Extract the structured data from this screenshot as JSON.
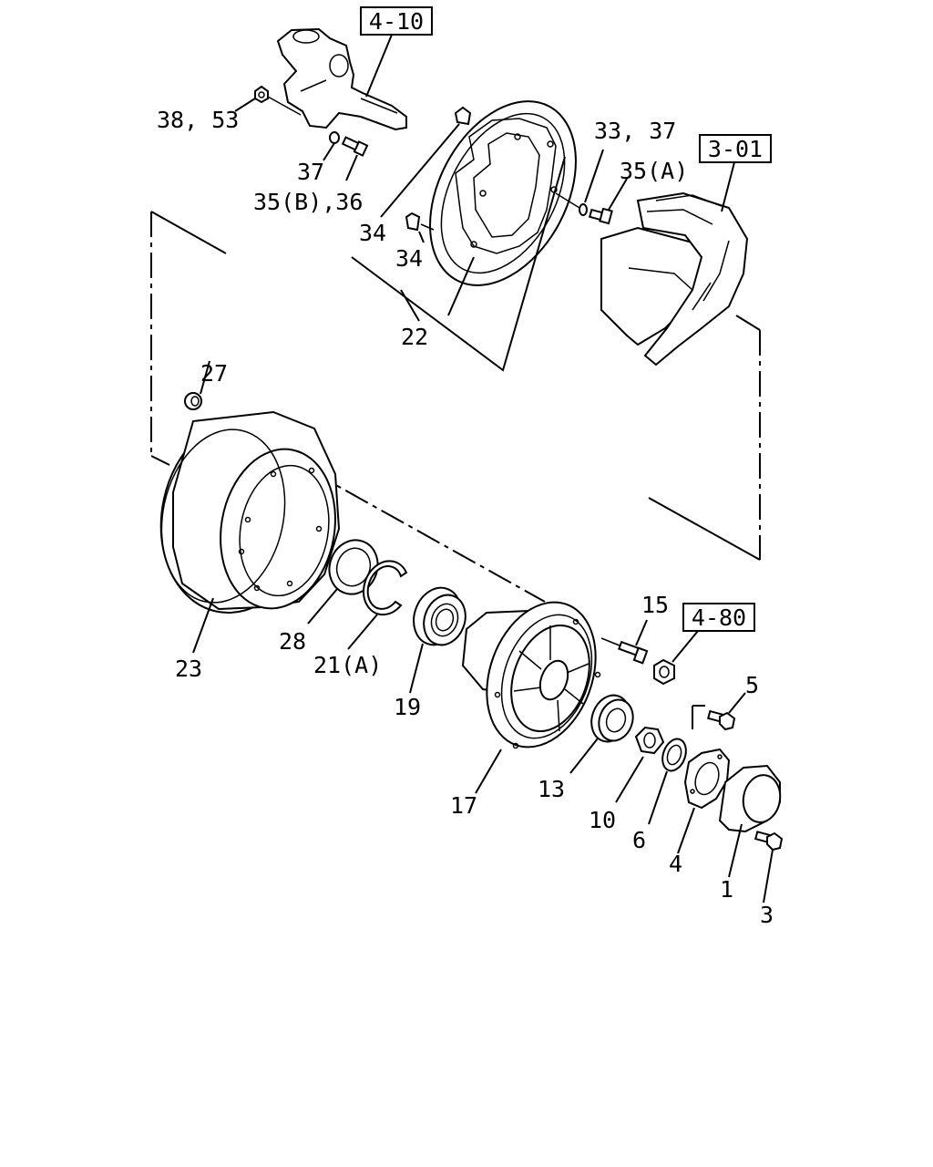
{
  "refs": {
    "r_4_10": "4-10",
    "r_3_01": "3-01",
    "r_4_80": "4-80"
  },
  "labels": {
    "l_38_53": "38, 53",
    "l_37_a": "37",
    "l_35b_36": "35(B),36",
    "l_33_37": "33, 37",
    "l_35a": "35(A)",
    "l_34_a": "34",
    "l_34_b": "34",
    "l_22": "22",
    "l_27": "27",
    "l_23": "23",
    "l_28": "28",
    "l_21a": "21(A)",
    "l_19": "19",
    "l_15": "15",
    "l_5": "5",
    "l_17": "17",
    "l_13": "13",
    "l_10": "10",
    "l_6": "6",
    "l_4": "4",
    "l_1": "1",
    "l_3": "3"
  }
}
